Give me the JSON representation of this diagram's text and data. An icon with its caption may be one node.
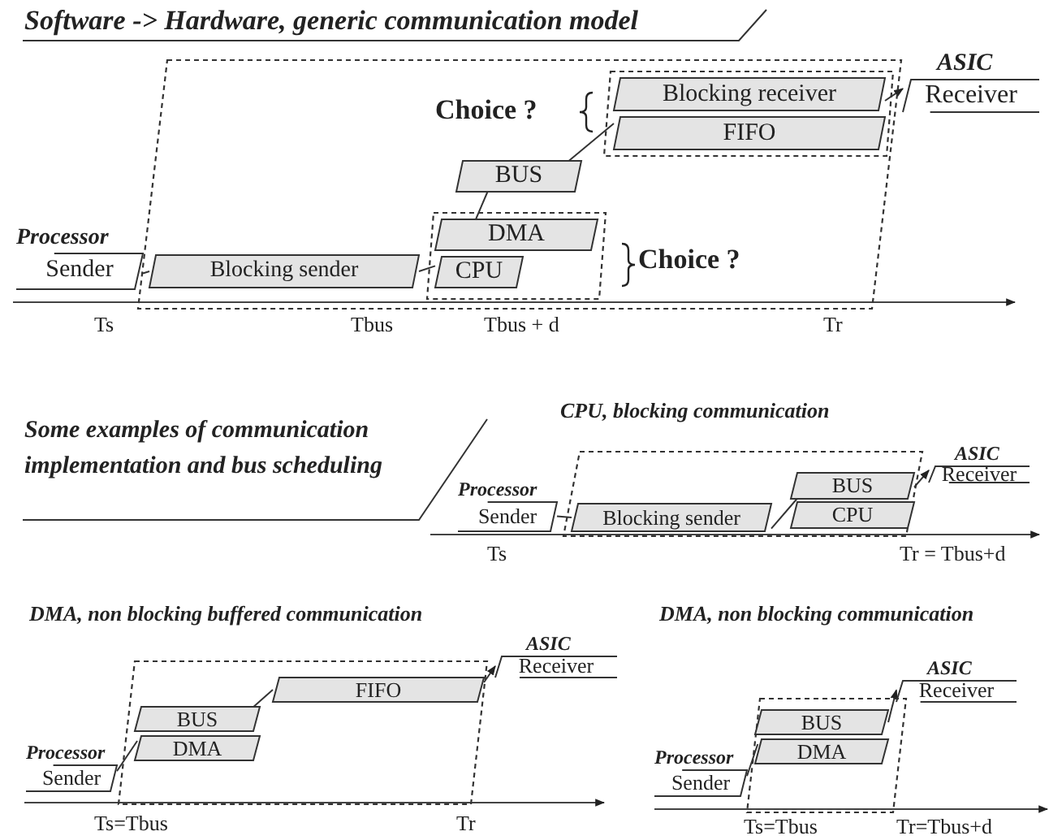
{
  "diagram": {
    "title": "Software -> Hardware, generic communication model",
    "nodes": [
      {
        "text": [],
        "shape": "box"
      },
      {
        "text": [
          "Processor",
          "Sender"
        ]
      },
      {
        "text": [
          "Blocking sender"
        ],
        "in": 0
      },
      {
        "text": [],
        "shape": "box",
        "in": 0,
        "beside": [
          "Choice ?"
        ]
      },
      {
        "text": [
          "DMA"
        ],
        "in": 3
      },
      {
        "text": [
          "CPU"
        ],
        "in": 3
      },
      {
        "text": [
          "BUS"
        ],
        "in": 0
      },
      {
        "text": [],
        "shape": "box",
        "in": 0,
        "beside": [
          "Choice ?"
        ]
      },
      {
        "text": [
          "Blocking receiver"
        ],
        "in": 7
      },
      {
        "text": [
          "FIFO"
        ],
        "in": 7
      },
      {
        "text": [
          "ASIC",
          "Receiver"
        ]
      },
      {
        "text": [],
        "shape": "box"
      },
      {
        "text": [
          "Processor",
          "Sender"
        ]
      },
      {
        "text": [
          "Blocking sender"
        ],
        "in": 11
      },
      {
        "text": [
          "BUS"
        ],
        "in": 11
      },
      {
        "text": [
          "CPU"
        ],
        "in": 11
      },
      {
        "text": [
          "ASIC",
          "Receiver"
        ]
      },
      {
        "text": [],
        "shape": "box"
      },
      {
        "text": [
          "Processor",
          "Sender"
        ]
      },
      {
        "text": [
          "BUS"
        ],
        "in": 17
      },
      {
        "text": [
          "DMA"
        ],
        "in": 17
      },
      {
        "text": [
          "FIFO"
        ],
        "in": 17
      },
      {
        "text": [
          "ASIC",
          "Receiver"
        ]
      },
      {
        "text": [],
        "shape": "box"
      },
      {
        "text": [
          "Processor",
          "Sender"
        ]
      },
      {
        "text": [
          "BUS"
        ],
        "in": 23
      },
      {
        "text": [
          "DMA"
        ],
        "in": 23
      },
      {
        "text": [
          "ASIC",
          "Receiver"
        ]
      }
    ],
    "edges": [
      {
        "from": 1,
        "to": 2,
        "arrow": "none"
      },
      {
        "from": 2,
        "to": 5,
        "arrow": "none"
      },
      {
        "from": 4,
        "to": 6,
        "arrow": "none"
      },
      {
        "from": 6,
        "to": 9,
        "arrow": "none"
      },
      {
        "from": 8,
        "to": 10,
        "arrow": "to"
      },
      {
        "from": 12,
        "to": 13,
        "arrow": "none"
      },
      {
        "from": 13,
        "to": 14,
        "arrow": "none"
      },
      {
        "from": 14,
        "to": 16,
        "arrow": "to"
      },
      {
        "from": 18,
        "to": 20,
        "arrow": "none"
      },
      {
        "from": 19,
        "to": 21,
        "arrow": "none"
      },
      {
        "from": 21,
        "to": 22,
        "arrow": "to"
      },
      {
        "from": 24,
        "to": 26,
        "arrow": "none"
      },
      {
        "from": 25,
        "to": 27,
        "arrow": "to"
      }
    ],
    "labels": [
      "Ts",
      "Tbus",
      "Tbus + d",
      "Tr",
      "Some examples of communication implementation and bus scheduling",
      "CPU, blocking communication",
      "Ts",
      "Tr = Tbus+d",
      "DMA, non blocking buffered communication",
      "DMA, non blocking communication",
      "Ts=Tbus",
      "Tr",
      "Ts=Tbus",
      "Tr=Tbus+d"
    ]
  }
}
